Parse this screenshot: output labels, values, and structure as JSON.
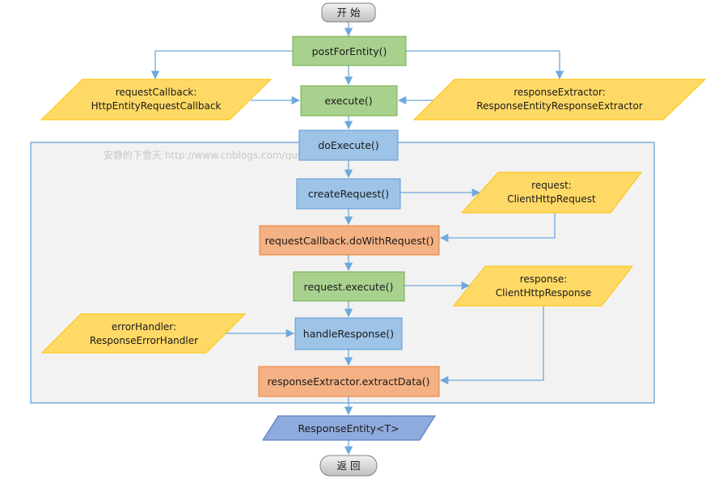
{
  "watermark": "安静的下雪天  http://www.cnblogs.com/quiet-snowy-day/",
  "nodes": {
    "start": "开 始",
    "post_for_entity": "postForEntity()",
    "request_callback": [
      "requestCallback:",
      "HttpEntityRequestCallback"
    ],
    "execute": "execute()",
    "response_extractor": [
      "responseExtractor:",
      "ResponseEntityResponseExtractor"
    ],
    "do_execute": "doExecute()",
    "create_request": "createRequest()",
    "request": [
      "request:",
      "ClientHttpRequest"
    ],
    "do_with_request": "requestCallback.doWithRequest()",
    "request_execute": "request.execute()",
    "response": [
      "response:",
      "ClientHttpResponse"
    ],
    "error_handler": [
      "errorHandler:",
      "ResponseErrorHandler"
    ],
    "handle_response": "handleResponse()",
    "extract_data": "responseExtractor.extractData()",
    "response_entity": "ResponseEntity<T>",
    "return": "返 回"
  },
  "colors": {
    "green_fill": "#a9d18e",
    "green_stroke": "#70ad47",
    "blue_fill": "#9dc3e6",
    "blue_stroke": "#5b9bd5",
    "orange_fill": "#f4b183",
    "orange_stroke": "#ed7d31",
    "yellow_fill": "#ffd966",
    "yellow_stroke": "#ffc000",
    "purple_fill": "#8faadc",
    "purple_stroke": "#4472c4",
    "gray_fill": "#d9d9d9",
    "gray_stroke": "#7f7f7f",
    "container_fill": "#f2f2f2",
    "container_stroke": "#5b9bd5",
    "edge": "#6fa8dc"
  }
}
